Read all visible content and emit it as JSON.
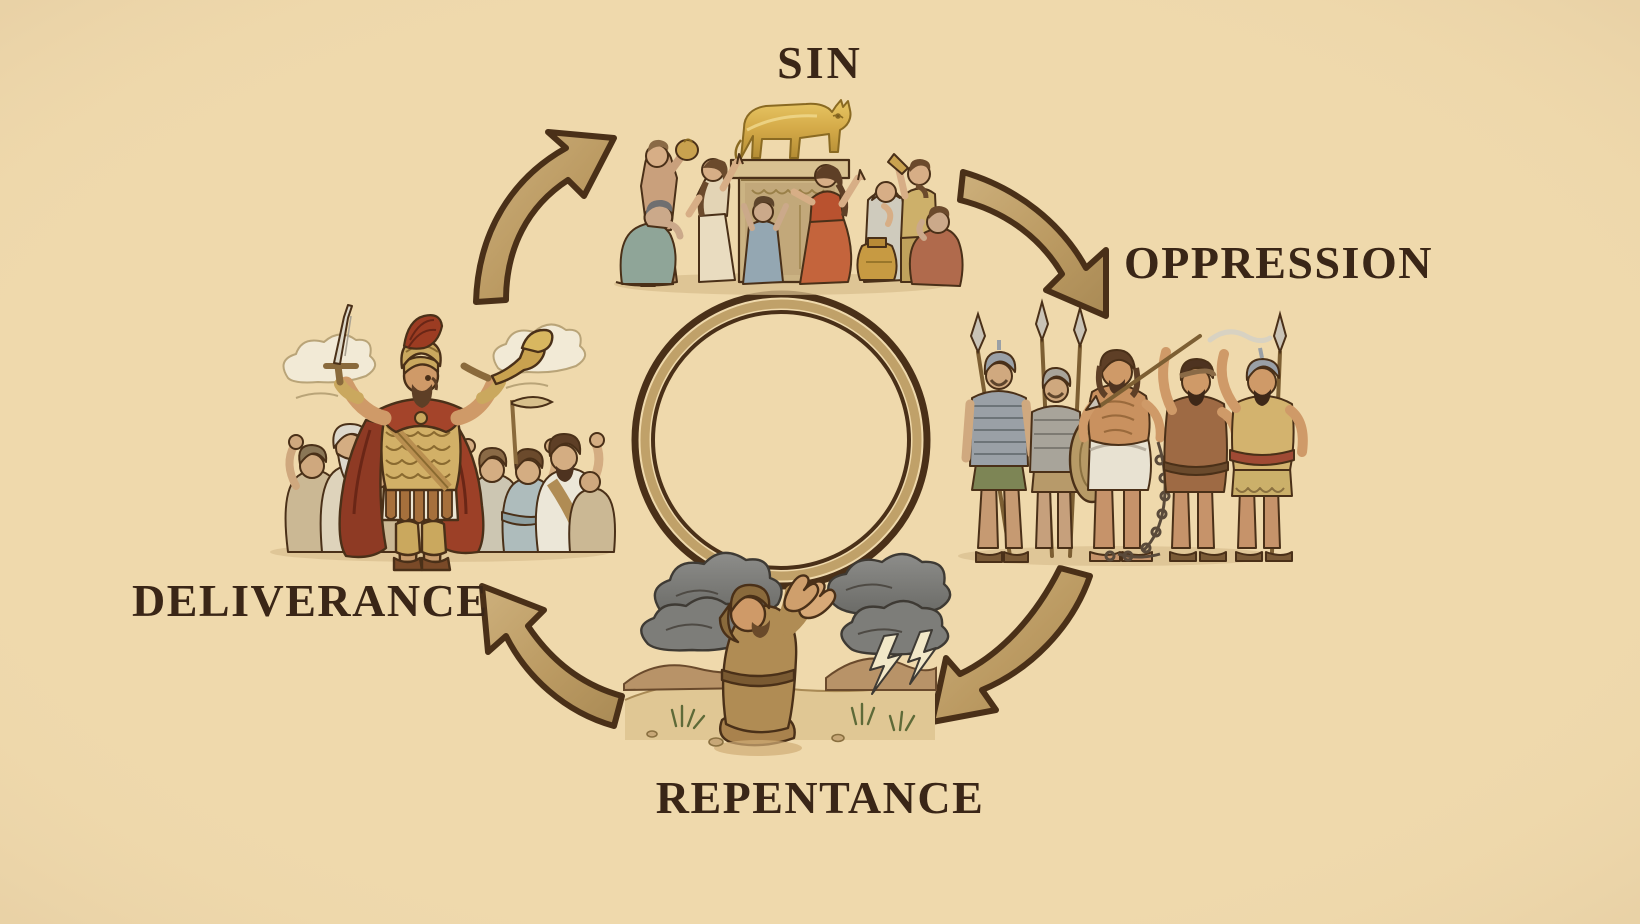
{
  "diagram": {
    "title_visible": false,
    "background_color": "#efd9ac",
    "ink_color": "#3a2617",
    "arrow_fill": "#c0a169",
    "arrow_stroke": "#4a3018",
    "ring_outer_color": "#4a3018",
    "ring_inner_color": "#c0a169",
    "center_empty": true,
    "nodes": [
      {
        "id": "sin",
        "label": "SIN",
        "position": "top",
        "illustration": "golden-calf-idol-worship",
        "scene_elements": [
          "golden calf statue",
          "stone altar pedestal",
          "worshippers with raised arms",
          "dancing woman in red dress",
          "kneeling mourner",
          "man drinking from flask",
          "clay jar",
          "child reaching up"
        ]
      },
      {
        "id": "oppression",
        "label": "OPPRESSION",
        "position": "right",
        "illustration": "soldiers-oppressing-chained-captive",
        "scene_elements": [
          "armored soldiers with spears",
          "helmeted guards",
          "chained bound captive",
          "taskmaster with raised whip",
          "soldier with raised club",
          "shield"
        ]
      },
      {
        "id": "repentance",
        "label": "REPENTANCE",
        "position": "bottom",
        "illustration": "kneeling-man-praying-under-storm",
        "scene_elements": [
          "kneeling man with raised hands",
          "dark storm clouds",
          "lightning bolts",
          "desert hills",
          "scrub grass"
        ]
      },
      {
        "id": "deliverance",
        "label": "DELIVERANCE",
        "position": "left",
        "illustration": "judge-with-sword-and-trumpet-leading-crowd",
        "scene_elements": [
          "judge in plumed helmet",
          "raised sword",
          "trumpet / shofar horn",
          "red cloak",
          "scale armor",
          "rejoicing crowd with raised fists",
          "banner",
          "white clouds"
        ]
      }
    ],
    "arrows": [
      {
        "id": "arrow-deliverance-to-sin",
        "from": "deliverance",
        "to": "sin",
        "position": "top-left",
        "direction": "up-right"
      },
      {
        "id": "arrow-sin-to-oppression",
        "from": "sin",
        "to": "oppression",
        "position": "top-right",
        "direction": "down-right"
      },
      {
        "id": "arrow-oppression-to-repentance",
        "from": "oppression",
        "to": "repentance",
        "position": "bottom-right",
        "direction": "down-left"
      },
      {
        "id": "arrow-repentance-to-deliverance",
        "from": "repentance",
        "to": "deliverance",
        "position": "bottom-left",
        "direction": "up-left"
      }
    ]
  }
}
